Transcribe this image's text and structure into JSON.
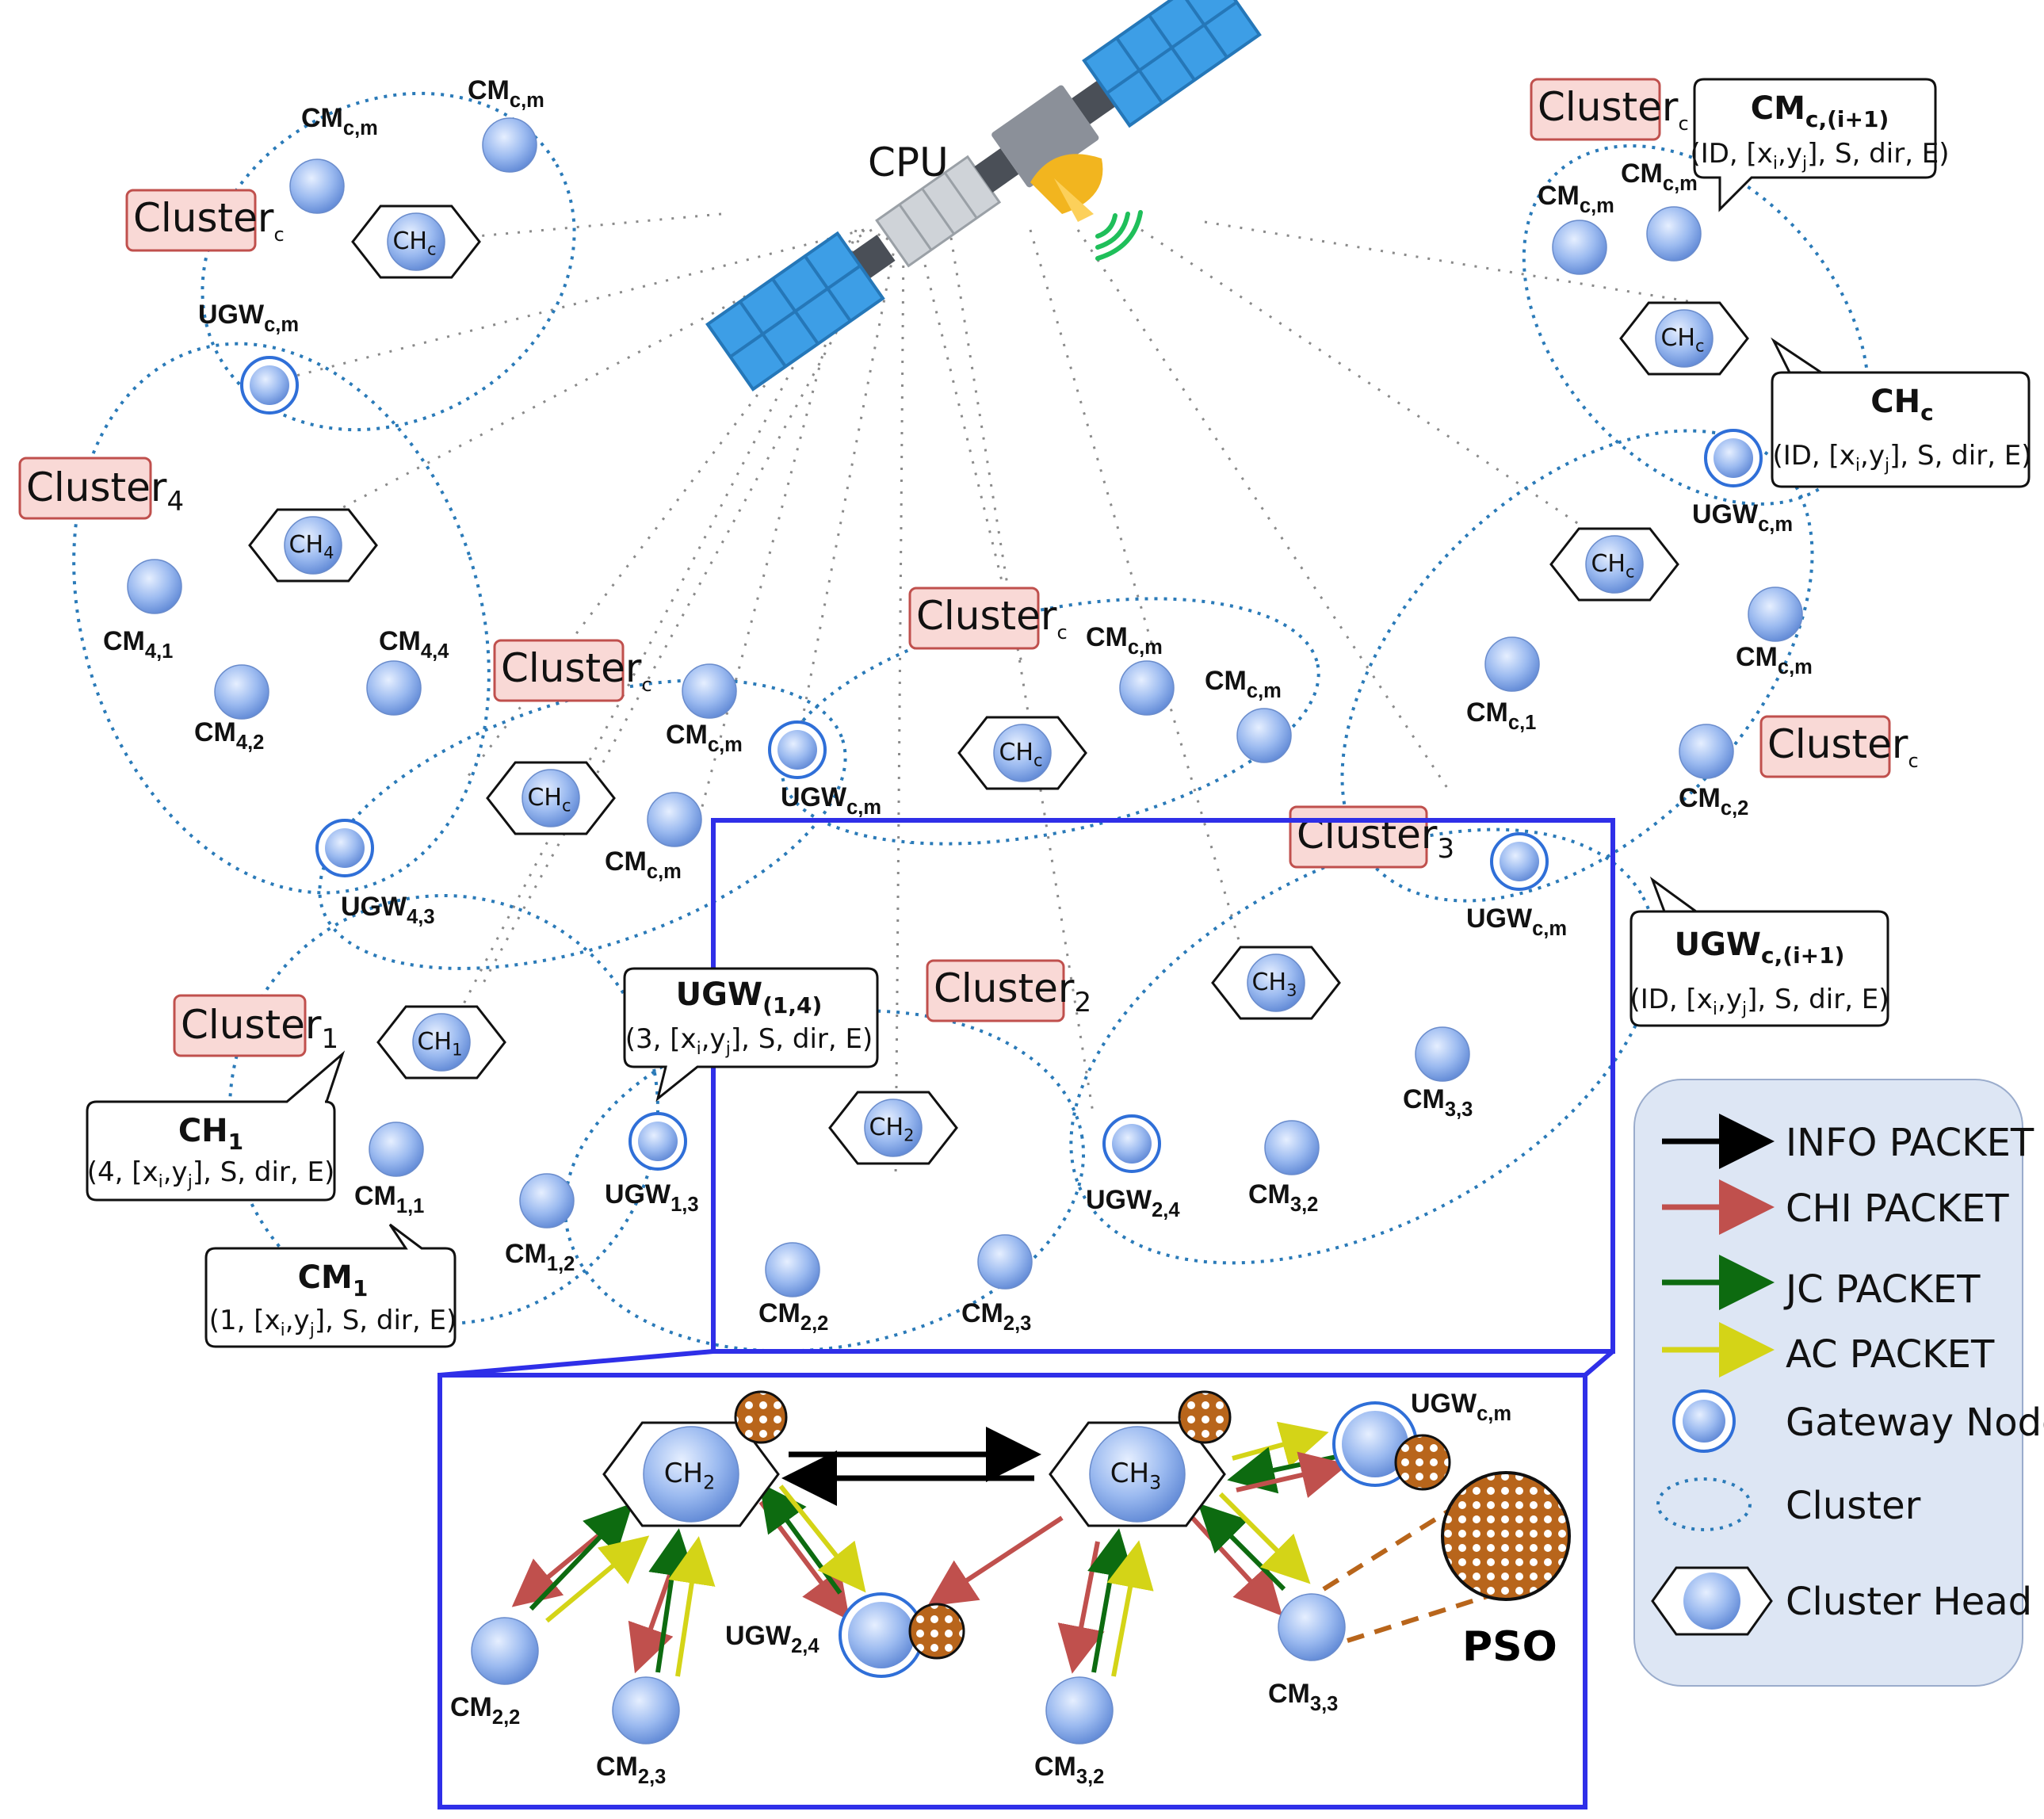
{
  "cpu_label": "CPU",
  "clusters": {
    "c_top_left": "Cluster",
    "c_top_left_sub": "c",
    "c4": "Cluster",
    "c4_sub": "4",
    "c_mid": "Cluster",
    "c_mid_sub": "c",
    "c_center": "Cluster",
    "c_center_sub": "c",
    "c_top_right": "Cluster",
    "c_top_right_sub": "c",
    "c_right": "Cluster",
    "c_right_sub": "c",
    "c3": "Cluster",
    "c3_sub": "3",
    "c2": "Cluster",
    "c2_sub": "2",
    "c1": "Cluster",
    "c1_sub": "1"
  },
  "nodes": {
    "cm_cm": "CM",
    "cm_sub_cm": "c,m",
    "ch_c": "CH",
    "ch_sub_c": "c",
    "ugw_cm": "UGW",
    "ugw_sub_cm": "c,m",
    "ch4": "CH",
    "ch4_sub": "4",
    "cm41": "CM",
    "cm41_sub": "4,1",
    "cm42": "CM",
    "cm42_sub": "4,2",
    "cm44": "CM",
    "cm44_sub": "4,4",
    "ugw43": "UGW",
    "ugw43_sub": "4,3",
    "ch1": "CH",
    "ch1_sub": "1",
    "cm11": "CM",
    "cm11_sub": "1,1",
    "cm12": "CM",
    "cm12_sub": "1,2",
    "ugw13": "UGW",
    "ugw13_sub": "1,3",
    "ch2": "CH",
    "ch2_sub": "2",
    "cm22": "CM",
    "cm22_sub": "2,2",
    "cm23": "CM",
    "cm23_sub": "2,3",
    "ugw24": "UGW",
    "ugw24_sub": "2,4",
    "ch3": "CH",
    "ch3_sub": "3",
    "cm32": "CM",
    "cm32_sub": "3,2",
    "cm33": "CM",
    "cm33_sub": "3,3",
    "cmc1": "CM",
    "cmc1_sub": "c,1",
    "cmc2": "CM",
    "cmc2_sub": "c,2"
  },
  "callouts": {
    "cm_i1": {
      "title": "CM",
      "title_sub": "c,(i+1)",
      "body": "(ID, [x",
      "body_i": "i",
      "body_mid": ",y",
      "body_j": "j",
      "body_end": "], S, dir, E)"
    },
    "ch_c": {
      "title": "CH",
      "title_sub": "c",
      "body": "(ID, [x",
      "body_i": "i",
      "body_mid": ",y",
      "body_j": "j",
      "body_end": "], S, dir, E)"
    },
    "ugw_i1": {
      "title": "UGW",
      "title_sub": "c,(i+1)",
      "body": "(ID, [x",
      "body_i": "i",
      "body_mid": ",y",
      "body_j": "j",
      "body_end": "], S, dir, E)"
    },
    "ugw14": {
      "title": "UGW",
      "title_sub": "(1,4)",
      "body": "(3, [x",
      "body_i": "i",
      "body_mid": ",y",
      "body_j": "j",
      "body_end": "], S, dir, E)"
    },
    "ch1": {
      "title": "CH",
      "title_sub": "1",
      "body": "(4, [x",
      "body_i": "i",
      "body_mid": ",y",
      "body_j": "j",
      "body_end": "], S, dir, E)"
    },
    "cm1": {
      "title": "CM",
      "title_sub": "1",
      "body": "(1, [x",
      "body_i": "i",
      "body_mid": ",y",
      "body_j": "j",
      "body_end": "], S, dir, E)"
    }
  },
  "legend": {
    "info": "INFO PACKET",
    "chi": "CHI PACKET",
    "jc": "JC PACKET",
    "ac": "AC PACKET",
    "gateway": "Gateway Node",
    "cluster": "Cluster",
    "cluster_head": "Cluster Head"
  },
  "zoom": {
    "ch2": "CH",
    "ch2_sub": "2",
    "ch3": "CH",
    "ch3_sub": "3",
    "ugw_cm": "UGW",
    "ugw_cm_sub": "c,m",
    "ugw24": "UGW",
    "ugw24_sub": "2,4",
    "cm22": "CM",
    "cm22_sub": "2,2",
    "cm23": "CM",
    "cm23_sub": "2,3",
    "cm32": "CM",
    "cm32_sub": "3,2",
    "cm33": "CM",
    "cm33_sub": "3,3",
    "pso": "PSO"
  },
  "colors": {
    "info": "#000000",
    "chi": "#c0504d",
    "jc": "#0d6b10",
    "ac": "#d4d417",
    "cluster_dots": "#2a7ab8",
    "frame": "#2f2fe8",
    "label_fill": "#f9d9d6",
    "label_stroke": "#c0504d",
    "pso_fill": "#b8651b"
  }
}
